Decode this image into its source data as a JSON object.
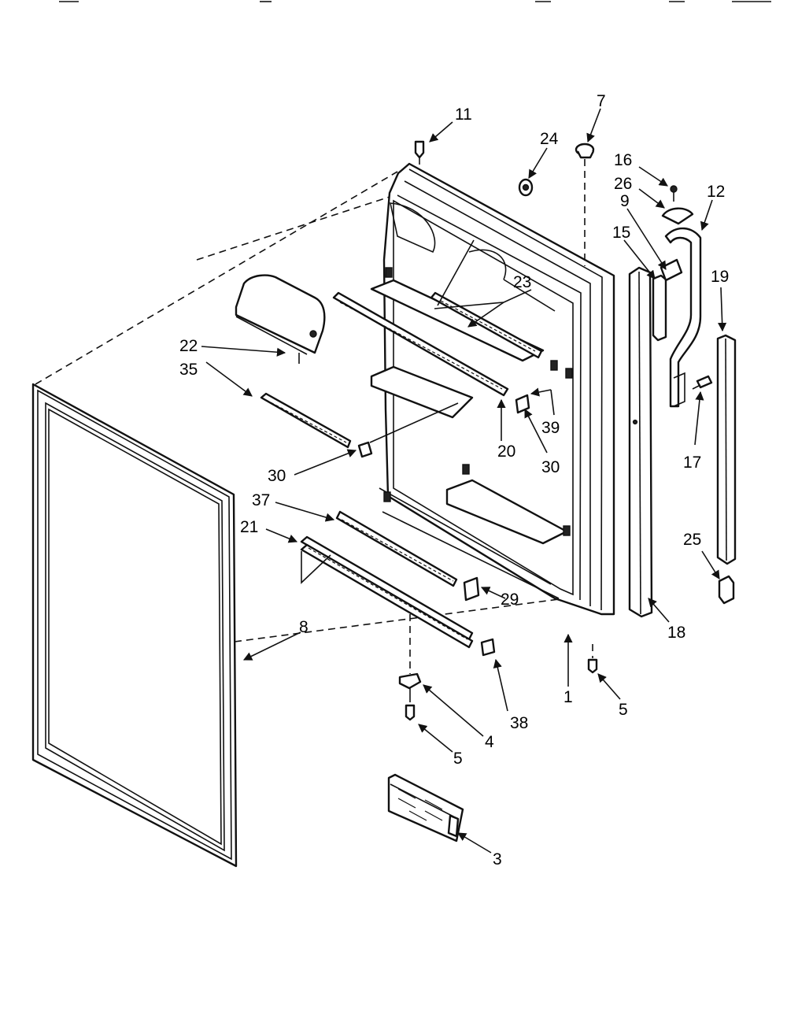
{
  "diagram": {
    "callouts": {
      "c1": "1",
      "c3": "3",
      "c4": "4",
      "c5a": "5",
      "c5b": "5",
      "c7": "7",
      "c8": "8",
      "c9": "9",
      "c11": "11",
      "c12": "12",
      "c15": "15",
      "c16": "16",
      "c17": "17",
      "c18": "18",
      "c19": "19",
      "c20": "20",
      "c21": "21",
      "c22": "22",
      "c23": "23",
      "c24": "24",
      "c25": "25",
      "c26": "26",
      "c29": "29",
      "c30a": "30",
      "c30b": "30",
      "c35": "35",
      "c37": "37",
      "c38": "38",
      "c39": "39"
    }
  }
}
